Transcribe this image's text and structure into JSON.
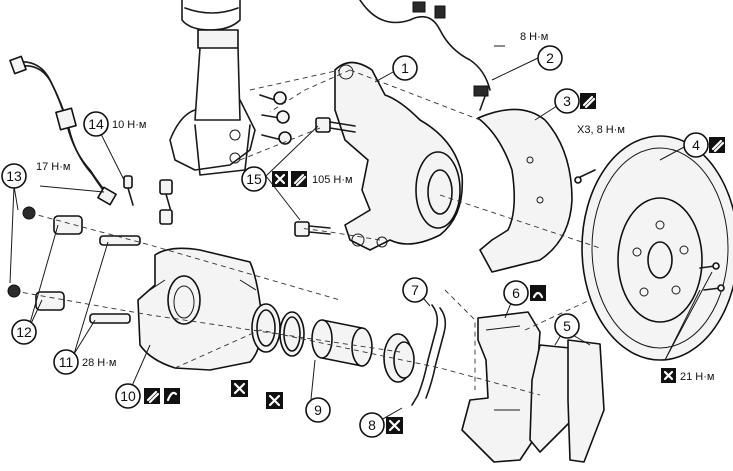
{
  "callouts": [
    "1",
    "2",
    "3",
    "4",
    "5",
    "6",
    "7",
    "8",
    "9",
    "10",
    "11",
    "12",
    "13",
    "14",
    "15"
  ],
  "torques": {
    "t2": "8 Н·м",
    "t4": "X3, 8 Н·м",
    "t14": "10 Н·м",
    "t13": "17 Н·м",
    "t15": "105 Н·м",
    "t11": "28 Н·м",
    "t21": "21 Н·м"
  },
  "icons": {
    "replace": "replace-mark-icon",
    "lubricate": "lubricant-icon",
    "grease": "grease-icon",
    "cleaner": "cleaner-icon"
  },
  "colors": {
    "ink": "#111111",
    "paper": "#ffffff"
  }
}
